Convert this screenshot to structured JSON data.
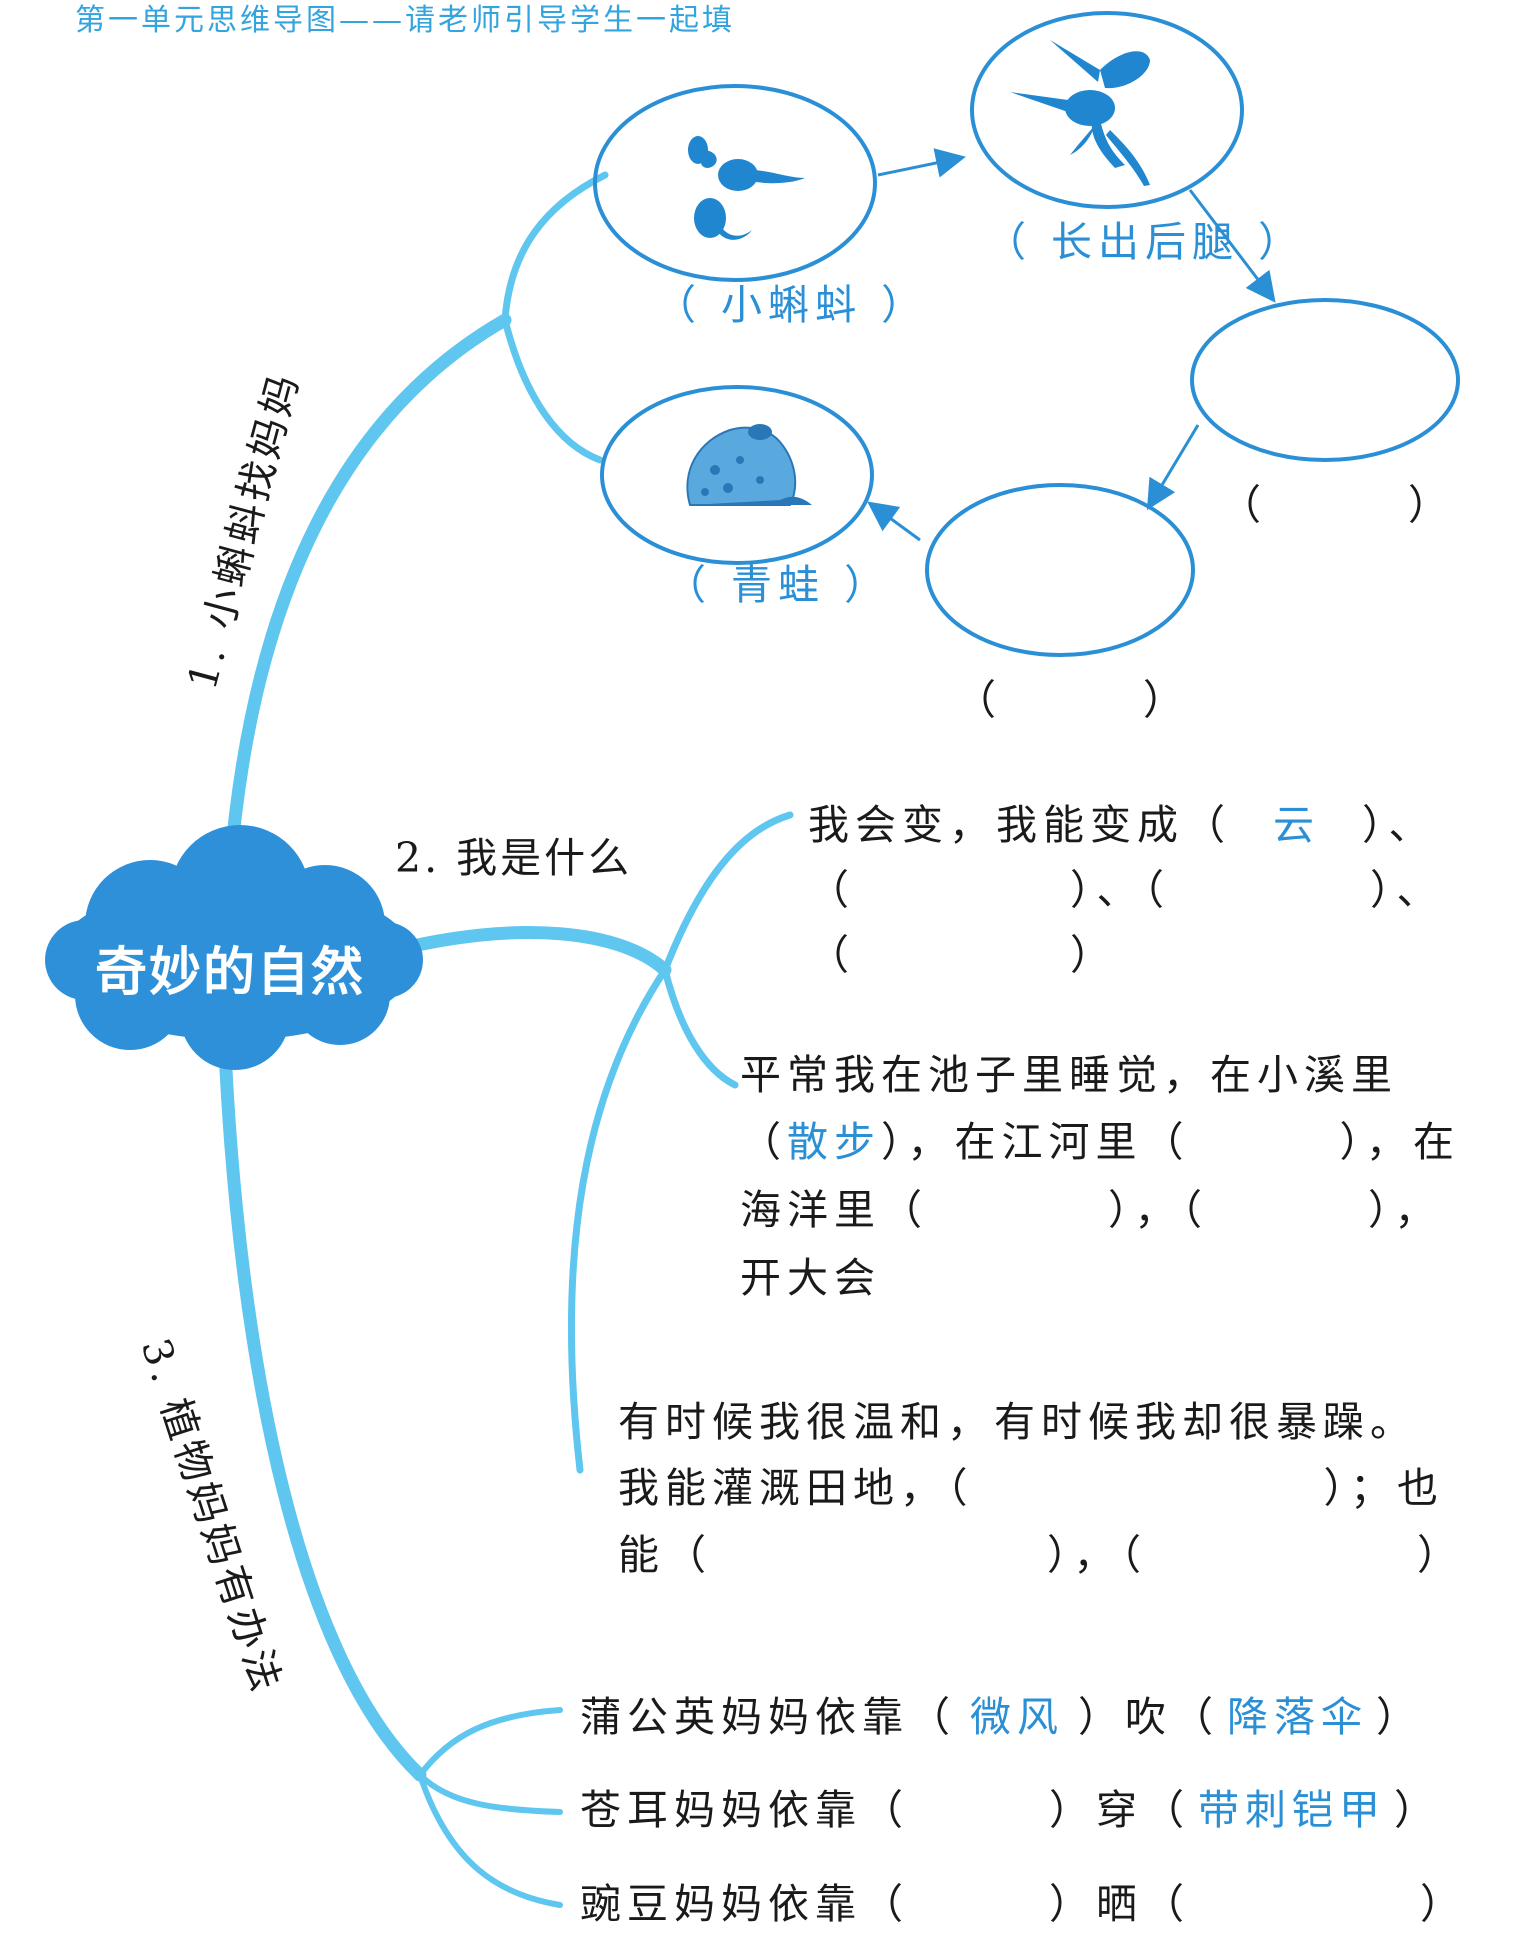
{
  "header": {
    "text": "第一单元思维导图——请老师引导学生一起填"
  },
  "center": {
    "label": "奇妙的自然"
  },
  "colors": {
    "branch": "#5ec6ef",
    "circle": "#2b8fd6",
    "answer": "#2b8fd6",
    "cloud": "#2e90d9"
  },
  "branch1": {
    "title": "1. 小蝌蚪找妈妈",
    "stages": [
      {
        "label": "（ 小蝌蚪 ）",
        "icon": "tadpoles-icon"
      },
      {
        "label": "（ 长出后腿 ）",
        "icon": "tadpole-with-legs-icon"
      },
      {
        "label": "（　　　）"
      },
      {
        "label": "（　　　）"
      },
      {
        "label": "（ 青蛙 ）",
        "icon": "frog-icon"
      }
    ]
  },
  "branch2": {
    "title": "2. 我是什么",
    "p1": {
      "l1a": "我会变，我能变成（",
      "l1ans": "云",
      "l1b": "）、",
      "l2a": "（",
      "l2b": "）、（",
      "l2c": "）、",
      "l3a": "（",
      "l3b": "）"
    },
    "p2": {
      "l1": "平常我在池子里睡觉，在小溪里",
      "l2a": "（",
      "l2ans": "散步",
      "l2b": "），在江河里（",
      "l2c": "），在",
      "l3a": "海洋里（",
      "l3b": "），（",
      "l3c": "），",
      "l4": "开大会"
    },
    "p3": {
      "l1": "有时候我很温和，有时候我却很暴躁。",
      "l2a": "我能灌溉田地，（",
      "l2b": "）；也",
      "l3a": "能（",
      "l3b": "），（",
      "l3c": "）"
    }
  },
  "branch3": {
    "title": "3. 植物妈妈有办法",
    "r1": {
      "a": "蒲公英妈妈依靠（",
      "ans1": "微风",
      "b": "）吹（",
      "ans2": "降落伞",
      "c": "）"
    },
    "r2": {
      "a": "苍耳妈妈依靠（",
      "b": "）穿（",
      "ans2": "带刺铠甲",
      "c": "）"
    },
    "r3": {
      "a": "豌豆妈妈依靠（",
      "b": "）晒（",
      "c": "）"
    }
  }
}
